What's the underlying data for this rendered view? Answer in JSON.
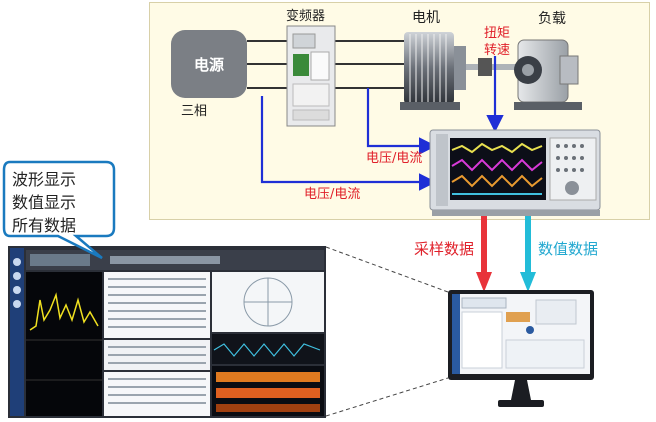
{
  "labels": {
    "power_source": "电源",
    "three_phase": "三相",
    "inverter": "变频器",
    "motor": "电机",
    "torque": "扭矩",
    "speed": "转速",
    "load": "负载",
    "voltage_current_1": "电压/电流",
    "voltage_current_2": "电压/电流",
    "sample_data": "采样数据",
    "numeric_data": "数值数据"
  },
  "callout": {
    "line1": "波形显示",
    "line2": "数值显示",
    "line3": "所有数据"
  },
  "colors": {
    "panel_bg": "#fffbe6",
    "panel_border": "#d8d0a8",
    "wire_dark": "#333333",
    "wire_blue": "#1f2fd6",
    "label_red": "#e0202a",
    "arrow_red": "#e8333a",
    "arrow_cyan": "#22bcd8",
    "callout_border": "#1a7abf"
  }
}
